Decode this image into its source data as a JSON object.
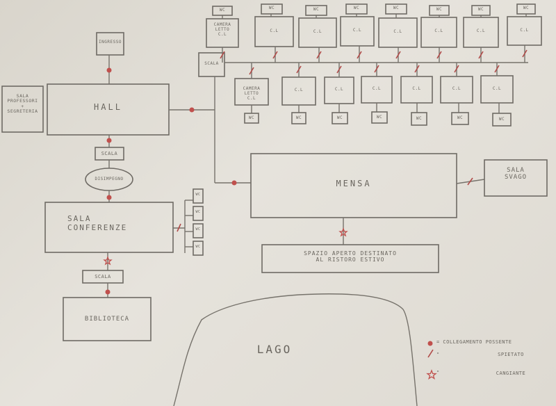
{
  "rooms": {
    "ingresso": "INGRESSO",
    "hall": "HALL",
    "sala_professori": "SALA\nPROFESSORI\n+\nSEGRETERIA",
    "scala_hall": "SCALA",
    "disimpegno": "DISIMPEGNO",
    "sala_conferenze": "SALA\nCONFERENZE",
    "scala_biblioteca": "SCALA",
    "biblioteca": "BIBLIOTECA",
    "scala_dorms": "SCALA",
    "mensa": "MENSA",
    "sala_svago": "SALA\nSVAGO",
    "spazio_aperto": "SPAZIO APERTO DESTINATO\nAL RISTORO ESTIVO",
    "lago": "LAGO",
    "camera_top": "CAMERA\nLETTO\nC.L",
    "camera_bottom": "CAMERA\nLETTO\nC.L",
    "cl": "C.L",
    "wc": "WC"
  },
  "legend": {
    "dot": "= COLLEGAMENTO POSSENTE",
    "slash_mark": "\"",
    "slash_text": "SPIETATO",
    "star_mark": "\"",
    "star_text": "CANGIANTE"
  },
  "colors": {
    "paper": "#e2dfd8",
    "ink": "#6e6a64",
    "accent": "#c0504d"
  }
}
